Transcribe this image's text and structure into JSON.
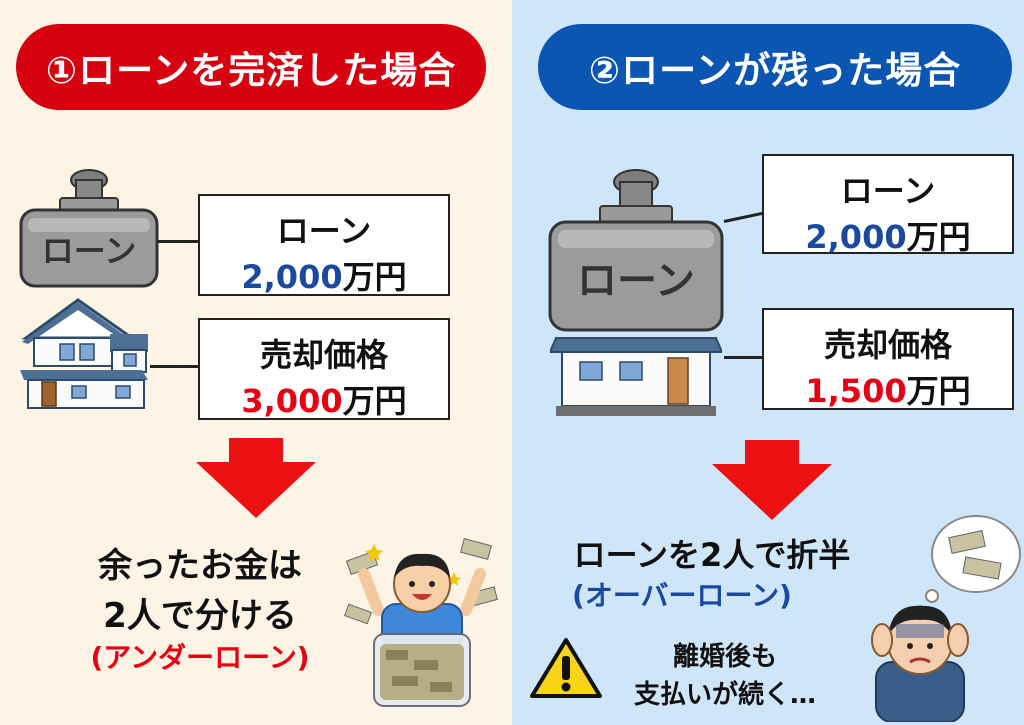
{
  "left": {
    "title": "①ローンを完済した場合",
    "weight_label": "ローン",
    "loan_box": {
      "label": "ローン",
      "amount": "2,000",
      "unit": "万円"
    },
    "price_box": {
      "label": "売却価格",
      "amount": "3,000",
      "unit": "万円"
    },
    "result_line1": "余ったお金は",
    "result_line2": "2人で分ける",
    "result_paren": "(アンダーローン)"
  },
  "right": {
    "title": "②ローンが残った場合",
    "weight_label": "ローン",
    "loan_box": {
      "label": "ローン",
      "amount": "2,000",
      "unit": "万円"
    },
    "price_box": {
      "label": "売却価格",
      "amount": "1,500",
      "unit": "万円"
    },
    "result_line1": "ローンを2人で折半",
    "result_paren": "(オーバーローン)",
    "warning_line1": "離婚後も",
    "warning_line2": "支払いが続く…"
  },
  "colors": {
    "left_bg": "#fdf4e6",
    "right_bg": "#cfe5f8",
    "left_pill": "#d7000f",
    "right_pill": "#0b56b3",
    "red_amount": "#e60012",
    "blue_amount": "#1a4aa0",
    "arrow": "#ee1111"
  }
}
